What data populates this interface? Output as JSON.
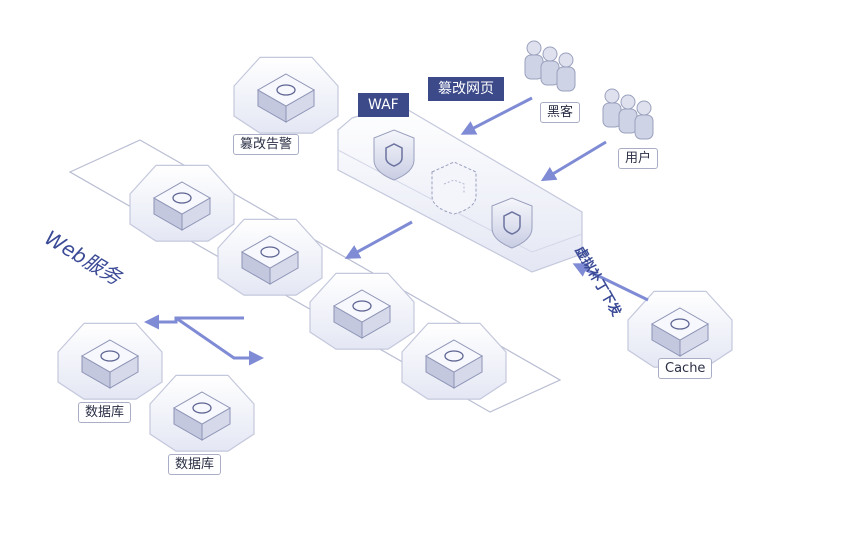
{
  "labels": {
    "alert": "篡改告警",
    "waf": "WAF",
    "tamper": "篡改网页",
    "hacker": "黑客",
    "user": "用户",
    "web_service": "Web服务",
    "patch": "虚拟补丁下发",
    "cache": "Cache",
    "db1": "数据库",
    "db2": "数据库"
  },
  "colors": {
    "accent": "#3c4a8a",
    "arrow": "#7f8bd4",
    "outline": "#b9bdd2"
  },
  "icons": [
    "warning-icon",
    "shield-icon",
    "shield-broken-icon",
    "document-icon",
    "building-icon",
    "money-icon",
    "globe-icon",
    "database-icon",
    "server-icon",
    "person-icon"
  ]
}
